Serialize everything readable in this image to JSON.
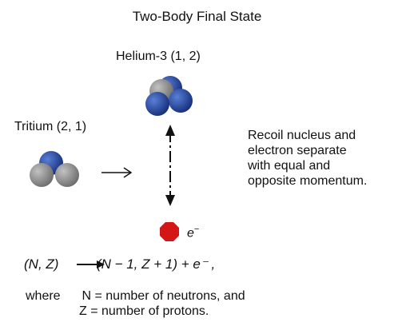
{
  "title": "Two-Body Final State",
  "nuclei": {
    "helium3_label": "Helium-3 (1, 2)",
    "tritium_label": "Tritium (2, 1)"
  },
  "electron": {
    "symbol": "e",
    "charge": "−"
  },
  "caption": {
    "lines": [
      "Recoil nucleus and",
      "electron separate",
      "with equal and",
      "opposite momentum."
    ]
  },
  "equation": {
    "lhs": "(N, Z)",
    "arrow": "→",
    "rhs": "(N − 1, Z + 1) + e⁻ ,"
  },
  "definitions": {
    "where": "where",
    "n_line": "N = number of neutrons, and",
    "z_line": "Z = number of protons."
  },
  "colors": {
    "proton": "#1f3f9a",
    "neutron": "#8c8c8c",
    "electron": "#d31616"
  }
}
